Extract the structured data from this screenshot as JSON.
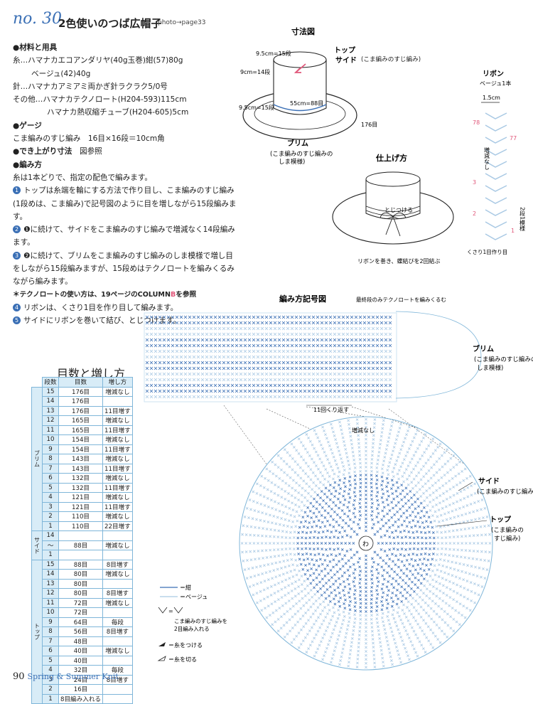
{
  "header": {
    "number": "no. 30",
    "title": "2色使いのつば広帽子",
    "photo": "photo→page33"
  },
  "materials": {
    "heading": "●材料と用具",
    "yarn1": "糸…ハマナカエコアンダリヤ(40g玉巻)紺(57)80g",
    "yarn2": "ベージュ(42)40g",
    "needle": "針…ハマナカアミアミ両かぎ針ラクラク5/0号",
    "other1": "その他…ハマナカテクノロート(H204-593)115cm",
    "other2": "ハマナカ熱収縮チューブ(H204-605)5cm"
  },
  "gauge": {
    "heading": "●ゲージ",
    "text": "こま編みのすじ編み　16目×16段＝10cm角"
  },
  "finished": {
    "heading": "●でき上がり寸法",
    "text": "図参照"
  },
  "method": {
    "heading": "●編み方",
    "intro": "糸は1本どりで、指定の配色で編みます。",
    "steps": [
      {
        "n": "1",
        "text": "トップは糸端を輪にする方法で作り目し、こま編みのすじ編み(1段めは、こま編み)で記号図のように目を増しながら15段編みます。"
      },
      {
        "n": "2",
        "text": "❶に続けて、サイドをこま編みのすじ編みで増減なく14段編みます。"
      },
      {
        "n": "3",
        "text": "❷に続けて、ブリムをこま編みのすじ編みのしま模様で増し目をしながら15段編みますが、15段めはテクノロートを編みくるみながら編みます。"
      }
    ],
    "note": "＊テクノロートの使い方は、19ページのCOLUMN",
    "note_b": "B",
    "note_end": "を参照",
    "steps2": [
      {
        "n": "4",
        "text": "リボンは、くさり1目を作り目して編みます。"
      },
      {
        "n": "5",
        "text": "サイドにリボンを巻いて結び、とじつけます。"
      }
    ]
  },
  "dimension_diagram": {
    "title": "寸法図",
    "top_label": "トップ",
    "side_label": "サイド",
    "top_side_note": "(こま編みのすじ編み)",
    "top_dim": "9.5cm=15段",
    "side_dim": "9cm=14段",
    "circ_dim": "55cm=88目",
    "brim_dim": "9.5cm=15段",
    "brim_count": "176目",
    "brim_label": "ブリム",
    "brim_note1": "(こま編みのすじ編みの",
    "brim_note2": "しま模様)"
  },
  "finish_diagram": {
    "title": "仕上げ方",
    "attach": "とじつける",
    "ribbon_note": "リボンを巻き、蝶結びを2回結ぶ"
  },
  "ribbon": {
    "title": "リボン",
    "subtitle": "ベージュ1本",
    "width": "1.5cm",
    "no_change": "増減なし",
    "marks": [
      "78",
      "77",
      "3",
      "2",
      "1"
    ],
    "rows": "2段1模様",
    "start": "くさり1目作り目"
  },
  "chart": {
    "title": "編み方記号図",
    "techno_note": "最終段のみテクノロートを編みくるむ",
    "repeat": "11回くり返す",
    "no_change": "増減なし",
    "brim": "ブリム",
    "brim_note1": "(こま編みのすじ編みの",
    "brim_note2": "しま模様)",
    "side": "サイド",
    "side_note": "(こま編みのすじ編み)",
    "top": "トップ",
    "top_note1": "(こま編みの",
    "top_note2": "すじ編み)",
    "center": "わ"
  },
  "legend": {
    "navy": "＝紺",
    "beige": "＝ベージュ",
    "inc_note1": "こま編みのすじ編みを",
    "inc_note2": "2目編み入れる",
    "attach": "＝糸をつける",
    "cut": "＝糸を切る"
  },
  "stitch_table": {
    "title": "目数と増し方",
    "headers": [
      "段数",
      "目数",
      "増し方"
    ],
    "groups": [
      {
        "label": "ブリム",
        "rows": [
          {
            "row": "15",
            "count": "176目",
            "how": "増減なし"
          },
          {
            "row": "14",
            "count": "176目",
            "how": ""
          },
          {
            "row": "13",
            "count": "176目",
            "how": "11目増す"
          },
          {
            "row": "12",
            "count": "165目",
            "how": "増減なし"
          },
          {
            "row": "11",
            "count": "165目",
            "how": "11目増す"
          },
          {
            "row": "10",
            "count": "154目",
            "how": "増減なし"
          },
          {
            "row": "9",
            "count": "154目",
            "how": "11目増す"
          },
          {
            "row": "8",
            "count": "143目",
            "how": "増減なし"
          },
          {
            "row": "7",
            "count": "143目",
            "how": "11目増す"
          },
          {
            "row": "6",
            "count": "132目",
            "how": "増減なし"
          },
          {
            "row": "5",
            "count": "132目",
            "how": "11目増す"
          },
          {
            "row": "4",
            "count": "121目",
            "how": "増減なし"
          },
          {
            "row": "3",
            "count": "121目",
            "how": "11目増す"
          },
          {
            "row": "2",
            "count": "110目",
            "how": "増減なし"
          },
          {
            "row": "1",
            "count": "110目",
            "how": "22目増す"
          }
        ]
      },
      {
        "label": "サイド",
        "rows": [
          {
            "row": "14",
            "count": "",
            "how": ""
          },
          {
            "row": "～",
            "count": "88目",
            "how": "増減なし"
          },
          {
            "row": "1",
            "count": "",
            "how": ""
          }
        ]
      },
      {
        "label": "トップ",
        "rows": [
          {
            "row": "15",
            "count": "88目",
            "how": "8目増す"
          },
          {
            "row": "14",
            "count": "80目",
            "how": "増減なし"
          },
          {
            "row": "13",
            "count": "80目",
            "how": ""
          },
          {
            "row": "12",
            "count": "80目",
            "how": "8目増す"
          },
          {
            "row": "11",
            "count": "72目",
            "how": "増減なし"
          },
          {
            "row": "10",
            "count": "72目",
            "how": ""
          },
          {
            "row": "9",
            "count": "64目",
            "how": "毎段"
          },
          {
            "row": "8",
            "count": "56目",
            "how": "8目増す"
          },
          {
            "row": "7",
            "count": "48目",
            "how": ""
          },
          {
            "row": "6",
            "count": "40目",
            "how": "増減なし"
          },
          {
            "row": "5",
            "count": "40目",
            "how": ""
          },
          {
            "row": "4",
            "count": "32目",
            "how": "毎段"
          },
          {
            "row": "3",
            "count": "24目",
            "how": "8目増す"
          },
          {
            "row": "2",
            "count": "16目",
            "how": ""
          },
          {
            "row": "1",
            "count": "8目編み入れる",
            "how": ""
          }
        ]
      }
    ]
  },
  "footer": {
    "page": "90",
    "book": "Spring & Summer Knit"
  },
  "colors": {
    "navy": "#3a6fb5",
    "beige": "#a9c9e4",
    "accent": "#e0577a"
  }
}
